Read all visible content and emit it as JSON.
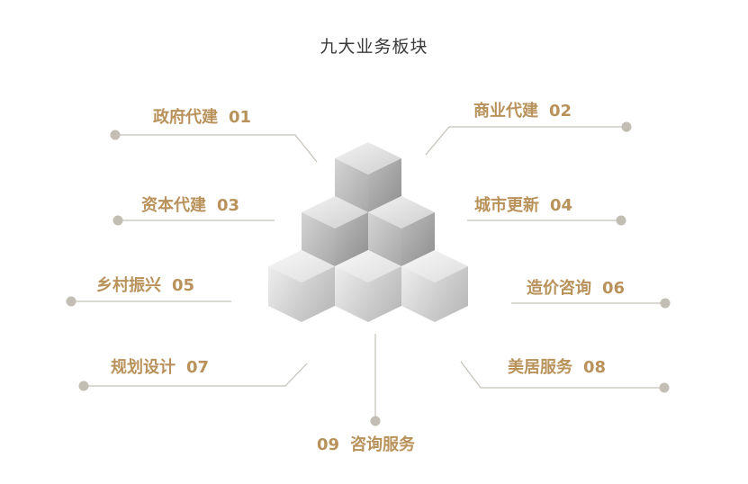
{
  "title": "九大业务板块",
  "colors": {
    "accent": "#b8925a",
    "connector": "#c4c0b8",
    "dot": "#c2beb4"
  },
  "modules": [
    {
      "name": "政府代建",
      "num": "01"
    },
    {
      "name": "商业代建",
      "num": "02"
    },
    {
      "name": "资本代建",
      "num": "03"
    },
    {
      "name": "城市更新",
      "num": "04"
    },
    {
      "name": "乡村振兴",
      "num": "05"
    },
    {
      "name": "造价咨询",
      "num": "06"
    },
    {
      "name": "规划设计",
      "num": "07"
    },
    {
      "name": "美居服务",
      "num": "08"
    },
    {
      "name": "咨询服务",
      "num": "09"
    }
  ]
}
